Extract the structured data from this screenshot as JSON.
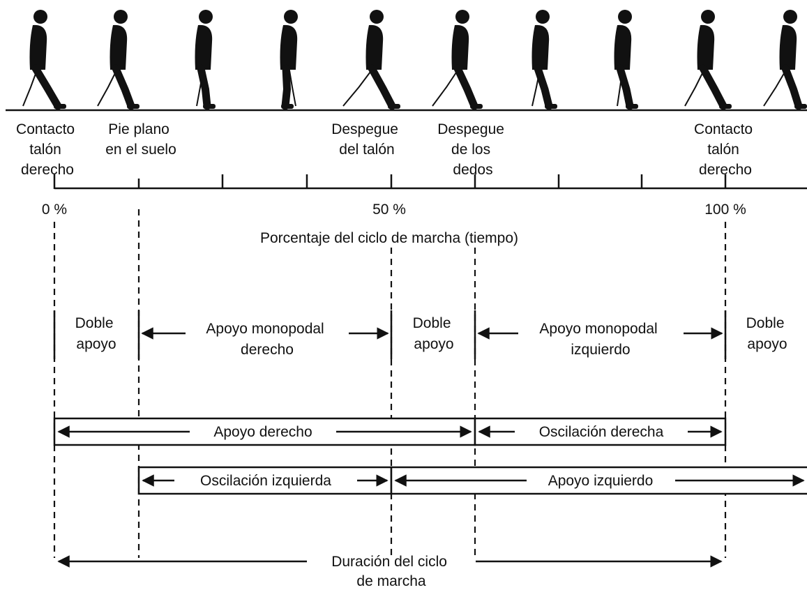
{
  "events": [
    {
      "lines": [
        "Contacto",
        "talón",
        "derecho"
      ]
    },
    {
      "lines": [
        "Pie plano",
        "en el suelo"
      ]
    },
    {
      "lines": [
        "Despegue",
        "del talón"
      ]
    },
    {
      "lines": [
        "Despegue",
        "de los",
        "dedos"
      ]
    },
    {
      "lines": [
        "Contacto",
        "talón",
        "derecho"
      ]
    }
  ],
  "percent_labels": [
    "0 %",
    "50 %",
    "100 %"
  ],
  "axis_title": "Porcentaje del ciclo de marcha (tiempo)",
  "phases": [
    {
      "lines": [
        "Doble",
        "apoyo"
      ]
    },
    {
      "lines": [
        "Apoyo monopodal",
        "derecho"
      ]
    },
    {
      "lines": [
        "Doble",
        "apoyo"
      ]
    },
    {
      "lines": [
        "Apoyo monopodal",
        "izquierdo"
      ]
    },
    {
      "lines": [
        "Doble",
        "apoyo"
      ]
    }
  ],
  "bars": [
    {
      "label": "Apoyo derecho"
    },
    {
      "label": "Oscilación derecha"
    },
    {
      "label": "Oscilación izquierda"
    },
    {
      "label": "Apoyo izquierdo"
    }
  ],
  "cycle_duration": {
    "lines": [
      "Duración del ciclo",
      "de marcha"
    ]
  },
  "walking_figures": 10
}
